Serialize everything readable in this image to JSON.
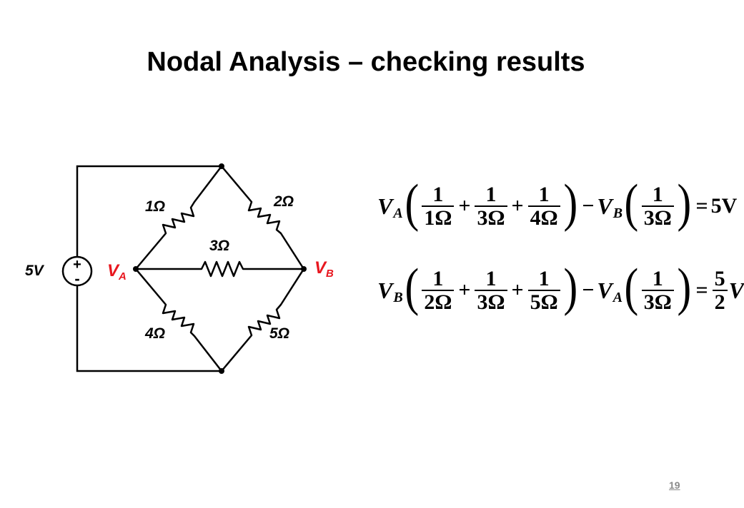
{
  "slide": {
    "title": "Nodal Analysis – checking results",
    "page_number": "19"
  },
  "circuit": {
    "source_label": "5V",
    "source_plus": "+",
    "source_minus": "-",
    "node_a": {
      "main": "V",
      "sub": "A"
    },
    "node_b": {
      "main": "V",
      "sub": "B"
    },
    "resistors": {
      "r1": "1Ω",
      "r2": "2Ω",
      "r3": "3Ω",
      "r4": "4Ω",
      "r5": "5Ω"
    },
    "colors": {
      "node_label": "#e8171f",
      "wire": "#000000"
    }
  },
  "equations": {
    "eq1": {
      "var1": "V",
      "var1_sub": "A",
      "terms": [
        {
          "num": "1",
          "den": "1Ω"
        },
        {
          "num": "1",
          "den": "3Ω"
        },
        {
          "num": "1",
          "den": "4Ω"
        }
      ],
      "var2": "V",
      "var2_sub": "B",
      "term2": {
        "num": "1",
        "den": "3Ω"
      },
      "rhs": "5V"
    },
    "eq2": {
      "var1": "V",
      "var1_sub": "B",
      "terms": [
        {
          "num": "1",
          "den": "2Ω"
        },
        {
          "num": "1",
          "den": "3Ω"
        },
        {
          "num": "1",
          "den": "5Ω"
        }
      ],
      "var2": "V",
      "var2_sub": "A",
      "term2": {
        "num": "1",
        "den": "3Ω"
      },
      "rhs_num": "5",
      "rhs_den": "2",
      "rhs_unit": "V"
    },
    "ops": {
      "plus": "+",
      "minus": "−",
      "equals": "=",
      "lparen": "(",
      "rparen": ")"
    }
  }
}
